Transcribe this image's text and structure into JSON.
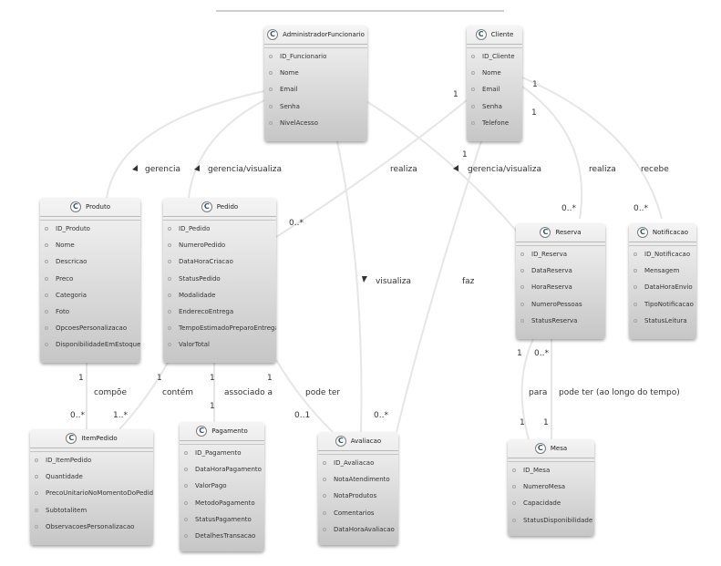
{
  "classes": {
    "admin": {
      "name": "AdministradorFuncionario",
      "icon": "class-icon",
      "attrs": [
        "ID_Funcionario",
        "Nome",
        "Email",
        "Senha",
        "NivelAcesso"
      ]
    },
    "cliente": {
      "name": "Cliente",
      "icon": "class-icon",
      "attrs": [
        "ID_Cliente",
        "Nome",
        "Email",
        "Senha",
        "Telefone"
      ]
    },
    "produto": {
      "name": "Produto",
      "icon": "class-icon",
      "attrs": [
        "ID_Produto",
        "Nome",
        "Descricao",
        "Preco",
        "Categoria",
        "Foto",
        "OpcoesPersonalizacao",
        "DisponibilidadeEmEstoque"
      ]
    },
    "pedido": {
      "name": "Pedido",
      "icon": "class-icon",
      "attrs": [
        "ID_Pedido",
        "NumeroPedido",
        "DataHoraCriacao",
        "StatusPedido",
        "Modalidade",
        "EnderecoEntrega",
        "TempoEstimadoPreparoEntrega",
        "ValorTotal"
      ]
    },
    "reserva": {
      "name": "Reserva",
      "icon": "class-icon",
      "attrs": [
        "ID_Reserva",
        "DataReserva",
        "HoraReserva",
        "NumeroPessoas",
        "StatusReserva"
      ]
    },
    "notificacao": {
      "name": "Notificacao",
      "icon": "class-icon",
      "attrs": [
        "ID_Notificacao",
        "Mensagem",
        "DataHoraEnvio",
        "TipoNotificacao",
        "StatusLeitura"
      ]
    },
    "itempedido": {
      "name": "ItemPedido",
      "icon": "class-icon",
      "attrs": [
        "ID_ItemPedido",
        "Quantidade",
        "PrecoUnitarioNoMomentoDoPedido",
        "Subtotalitem",
        "ObservacoesPersonalizacao"
      ]
    },
    "pagamento": {
      "name": "Pagamento",
      "icon": "class-icon",
      "attrs": [
        "ID_Pagamento",
        "DataHoraPagamento",
        "ValorPago",
        "MetodoPagamento",
        "StatusPagamento",
        "DetalhesTransacao"
      ]
    },
    "avaliacao": {
      "name": "Avaliacao",
      "icon": "class-icon",
      "attrs": [
        "ID_Avaliacao",
        "NotaAtendimento",
        "NotaProdutos",
        "Comentarios",
        "DataHoraAvaliacao"
      ]
    },
    "mesa": {
      "name": "Mesa",
      "icon": "class-icon",
      "attrs": [
        "ID_Mesa",
        "NumeroMesa",
        "Capacidade",
        "StatusDisponibilidade"
      ]
    }
  },
  "associations": {
    "gerencia": "gerencia",
    "gerencia_visualiza_pedido": "gerencia/visualiza",
    "gerencia_visualiza_reserva": "gerencia/visualiza",
    "visualiza": "visualiza",
    "realiza_pedido": "realiza",
    "realiza_reserva": "realiza",
    "recebe": "recebe",
    "faz": "faz",
    "compoe": "compõe",
    "contem": "contém",
    "associado_a": "associado a",
    "pode_ter": "pode ter",
    "para": "para",
    "pode_ter_longo": "pode ter (ao longo do tempo)"
  },
  "multiplicities": {
    "cliente_pedido_1": "1",
    "pedido_cliente_many": "0..*",
    "cliente_reserva_1": "1",
    "reserva_cliente_many": "0..*",
    "cliente_faz_1": "1",
    "cliente_notif_1": "1",
    "notif_many": "0..*",
    "produto_item_1": "1",
    "item_produto_many": "0..*",
    "pedido_item_1": "1",
    "item_pedido_many": "1..*",
    "pedido_pag_1": "1",
    "pag_pedido_1": "1",
    "pedido_aval_1": "1",
    "aval_pedido_01": "0..1",
    "aval_cliente_many": "0..*",
    "reserva_mesa_1": "1",
    "reserva_mesa_many": "0..*",
    "mesa_para_1": "1",
    "mesa_longo_1": "1"
  }
}
